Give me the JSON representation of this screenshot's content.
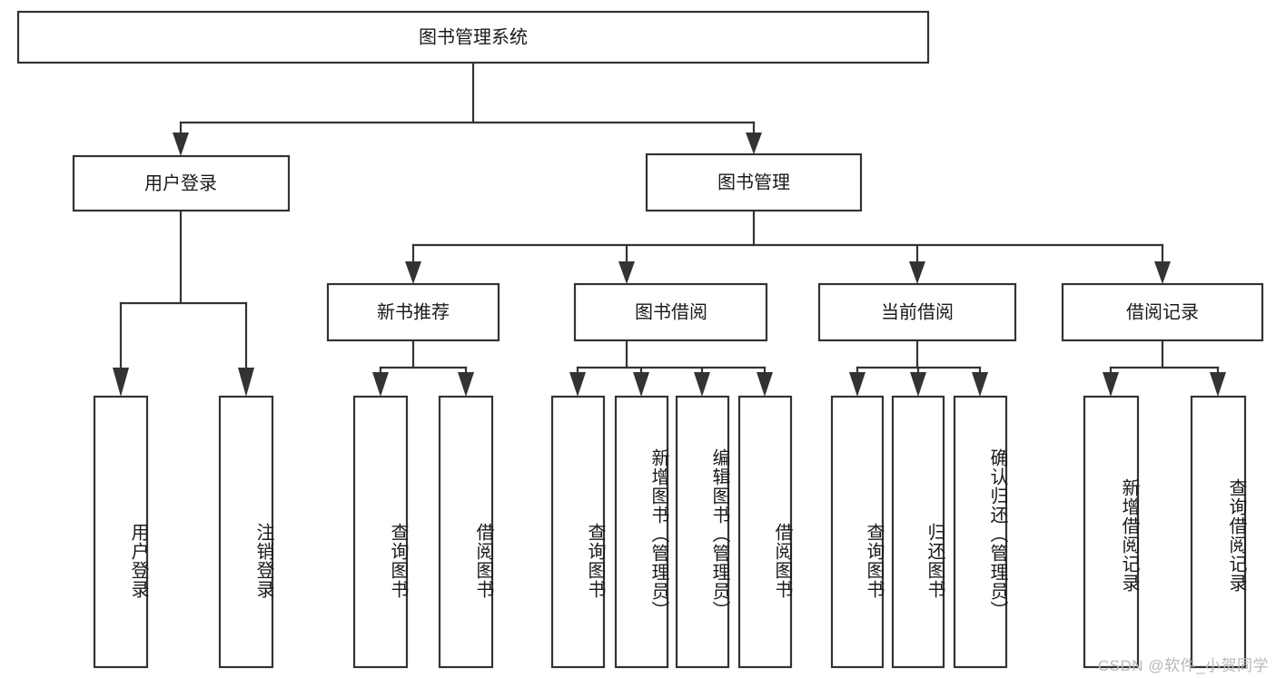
{
  "diagram": {
    "type": "tree-hierarchy",
    "title": "图书管理系统",
    "watermark": "CSDN @软件_小贺同学",
    "colors": {
      "stroke": "#333333",
      "fill": "#ffffff",
      "text": "#1a1a1a",
      "watermark": "#b9b9b9",
      "background": "#ffffff"
    },
    "levels": {
      "root": "图书管理系统",
      "level2": [
        "用户登录",
        "图书管理"
      ],
      "level3": [
        "新书推荐",
        "图书借阅",
        "当前借阅",
        "借阅记录"
      ]
    },
    "nodes": {
      "root": {
        "label": "图书管理系统",
        "orientation": "horizontal"
      },
      "user_login": {
        "label": "用户登录",
        "orientation": "horizontal"
      },
      "book_mgmt": {
        "label": "图书管理",
        "orientation": "horizontal"
      },
      "new_book_rec": {
        "label": "新书推荐",
        "orientation": "horizontal"
      },
      "book_borrow": {
        "label": "图书借阅",
        "orientation": "horizontal"
      },
      "current_borrow": {
        "label": "当前借阅",
        "orientation": "horizontal"
      },
      "borrow_record": {
        "label": "借阅记录",
        "orientation": "horizontal"
      },
      "leaf_user_login": {
        "label": "用户登录",
        "orientation": "vertical"
      },
      "leaf_logout": {
        "label": "注销登录",
        "orientation": "vertical"
      },
      "leaf_rec_query": {
        "label": "查询图书",
        "orientation": "vertical"
      },
      "leaf_rec_borrow": {
        "label": "借阅图书",
        "orientation": "vertical"
      },
      "leaf_bb_query": {
        "label": "查询图书",
        "orientation": "vertical"
      },
      "leaf_bb_add": {
        "label": "新增图书（管理员）",
        "orientation": "vertical"
      },
      "leaf_bb_edit": {
        "label": "编辑图书（管理员）",
        "orientation": "vertical"
      },
      "leaf_bb_borrow": {
        "label": "借阅图书",
        "orientation": "vertical"
      },
      "leaf_cb_query": {
        "label": "查询图书",
        "orientation": "vertical"
      },
      "leaf_cb_return": {
        "label": "归还图书",
        "orientation": "vertical"
      },
      "leaf_cb_confirm": {
        "label": "确认归还（管理员）",
        "orientation": "vertical"
      },
      "leaf_br_add": {
        "label": "新增借阅记录",
        "orientation": "vertical"
      },
      "leaf_br_query": {
        "label": "查询借阅记录",
        "orientation": "vertical"
      }
    },
    "edges": [
      {
        "from": "root",
        "to": "user_login"
      },
      {
        "from": "root",
        "to": "book_mgmt"
      },
      {
        "from": "user_login",
        "to": "leaf_user_login"
      },
      {
        "from": "user_login",
        "to": "leaf_logout"
      },
      {
        "from": "book_mgmt",
        "to": "new_book_rec"
      },
      {
        "from": "book_mgmt",
        "to": "book_borrow"
      },
      {
        "from": "book_mgmt",
        "to": "current_borrow"
      },
      {
        "from": "book_mgmt",
        "to": "borrow_record"
      },
      {
        "from": "new_book_rec",
        "to": "leaf_rec_query"
      },
      {
        "from": "new_book_rec",
        "to": "leaf_rec_borrow"
      },
      {
        "from": "book_borrow",
        "to": "leaf_bb_query"
      },
      {
        "from": "book_borrow",
        "to": "leaf_bb_add"
      },
      {
        "from": "book_borrow",
        "to": "leaf_bb_edit"
      },
      {
        "from": "book_borrow",
        "to": "leaf_bb_borrow"
      },
      {
        "from": "current_borrow",
        "to": "leaf_cb_query"
      },
      {
        "from": "current_borrow",
        "to": "leaf_cb_return"
      },
      {
        "from": "current_borrow",
        "to": "leaf_cb_confirm"
      },
      {
        "from": "borrow_record",
        "to": "leaf_br_add"
      },
      {
        "from": "borrow_record",
        "to": "leaf_br_query"
      }
    ]
  }
}
